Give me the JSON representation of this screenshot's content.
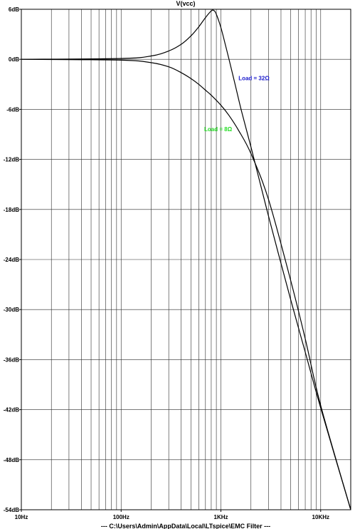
{
  "chart_data": {
    "type": "line",
    "title": "V(vcc)",
    "footer": "---  C:\\Users\\Admin\\AppData\\Local\\LTspice\\EMC Filter  ---",
    "x_scale": "log",
    "xlim": [
      10,
      20000
    ],
    "ylim": [
      -54,
      6
    ],
    "x_ticks": [
      {
        "value": 10,
        "label": "10Hz"
      },
      {
        "value": 100,
        "label": "100Hz"
      },
      {
        "value": 1000,
        "label": "1KHz"
      },
      {
        "value": 10000,
        "label": "10KHz"
      }
    ],
    "y_ticks": [
      {
        "value": 6,
        "label": "6dB"
      },
      {
        "value": 0,
        "label": "0dB"
      },
      {
        "value": -6,
        "label": "-6dB"
      },
      {
        "value": -12,
        "label": "-12dB"
      },
      {
        "value": -18,
        "label": "-18dB"
      },
      {
        "value": -24,
        "label": "-24dB"
      },
      {
        "value": -30,
        "label": "-30dB"
      },
      {
        "value": -36,
        "label": "-36dB"
      },
      {
        "value": -42,
        "label": "-42dB"
      },
      {
        "value": -48,
        "label": "-48dB"
      },
      {
        "value": -54,
        "label": "-54dB"
      }
    ],
    "grid": true,
    "line_color": "#000000",
    "series": [
      {
        "name": "Load = 32Ω",
        "label_color": "#1a1acc",
        "label_at": [
          1500,
          -2.5
        ],
        "x": [
          10,
          100,
          200,
          300,
          400,
          500,
          600,
          700,
          800,
          850,
          900,
          1000,
          1100,
          1200,
          1400,
          1600,
          2000,
          3000,
          5000,
          7000,
          10000,
          20000
        ],
        "y": [
          0,
          0.1,
          0.4,
          1.0,
          1.8,
          2.8,
          3.9,
          5.0,
          5.8,
          5.85,
          5.4,
          3.8,
          1.9,
          0.1,
          -3.2,
          -6.1,
          -10.5,
          -18.8,
          -28.8,
          -35.1,
          -41.8,
          -54
        ]
      },
      {
        "name": "Load = 8Ω",
        "label_color": "#22dd22",
        "label_at": [
          680,
          -8.6
        ],
        "x": [
          10,
          100,
          200,
          300,
          400,
          500,
          600,
          700,
          800,
          1000,
          1200,
          1500,
          2000,
          3000,
          5000,
          7000,
          10000,
          20000
        ],
        "y": [
          0,
          -0.1,
          -0.4,
          -0.9,
          -1.6,
          -2.3,
          -3.0,
          -3.7,
          -4.3,
          -5.5,
          -6.7,
          -8.5,
          -11.3,
          -16.8,
          -26.5,
          -33.5,
          -41.5,
          -54
        ]
      }
    ]
  }
}
